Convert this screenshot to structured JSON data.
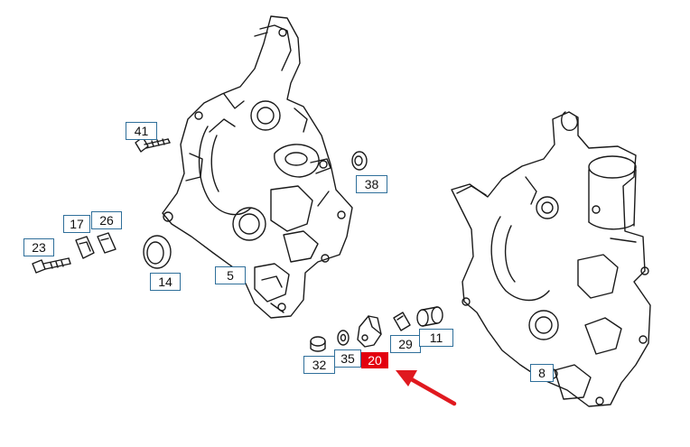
{
  "callouts": {
    "c41": "41",
    "c17": "17",
    "c26": "26",
    "c23": "23",
    "c14": "14",
    "c5": "5",
    "c38": "38",
    "c32": "32",
    "c35": "35",
    "c20": "20",
    "c29": "29",
    "c11": "11",
    "c8": "8"
  },
  "highlight": {
    "callout": "20",
    "color": "#e3000f",
    "arrow_color": "#e0191f"
  },
  "line_color": "#1a1a1a",
  "label_border_color": "#2f6f9a"
}
